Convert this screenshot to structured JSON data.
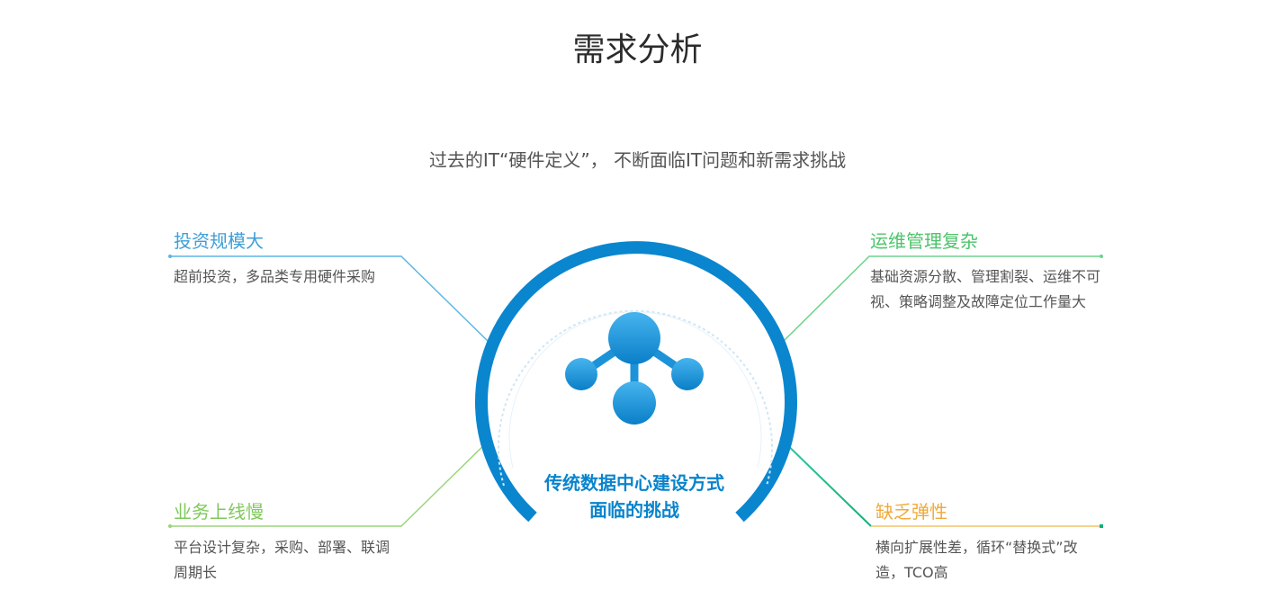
{
  "page": {
    "title": "需求分析",
    "subtitle": "过去的IT“硬件定义”， 不断面临IT问题和新需求挑战"
  },
  "center": {
    "icon": "network-nodes-icon",
    "label_line1": "传统数据中心建设方式",
    "label_line2": "面临的挑战"
  },
  "colors": {
    "blue": "#4aa3d8",
    "green_top": "#4cc46a",
    "green_bottom": "#82cf5e",
    "orange": "#f0a93a",
    "ring": "#0a86cf"
  },
  "challenges": {
    "top_left": {
      "heading": "投资规模大",
      "description": "超前投资，多品类专用硬件采购"
    },
    "top_right": {
      "heading": "运维管理复杂",
      "description_line1": "基础资源分散、管理割裂、运维不可",
      "description_line2": "视、策略调整及故障定位工作量大"
    },
    "bottom_left": {
      "heading": "业务上线慢",
      "description_line1": "平台设计复杂，采购、部署、联调",
      "description_line2": "周期长"
    },
    "bottom_right": {
      "heading": "缺乏弹性",
      "description_line1": "横向扩展性差，循环“替换式”改",
      "description_line2": "造，TCO高"
    }
  }
}
